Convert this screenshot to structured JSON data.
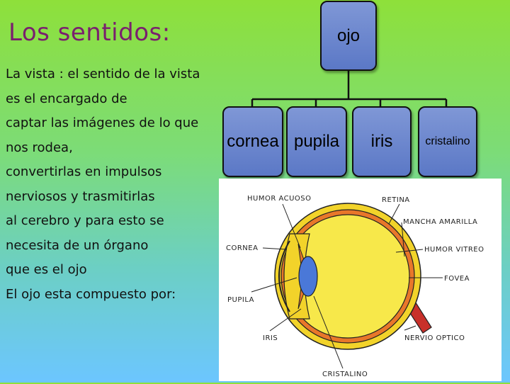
{
  "slide": {
    "title": "Los sentidos:",
    "text_lines": [
      "La vista : el sentido de la vista",
      "es el encargado de",
      "captar las imágenes de lo que",
      "nos rodea,",
      "convertirlas en impulsos",
      "nerviosos y trasmitirlas",
      "al cerebro y para esto se",
      "necesita de un órgano",
      "que es el ojo",
      "El ojo esta compuesto por:"
    ]
  },
  "org_chart": {
    "root": "ojo",
    "children": [
      "cornea",
      "pupila",
      "iris",
      "cristalino"
    ]
  },
  "eye_diagram": {
    "labels": {
      "humor_acuoso": "HUMOR ACUOSO",
      "retina": "RETINA",
      "mancha_amarilla": "MANCHA AMARILLA",
      "cornea": "CORNEA",
      "humor_vitreo": "HUMOR VITREO",
      "pupila": "PUPILA",
      "fovea": "FOVEA",
      "iris": "IRIS",
      "nervio_optico": "NERVIO OPTICO",
      "cristalino": "CRISTALINO"
    },
    "colors": {
      "vitreous": "#f7e84a",
      "sclera": "#f2d32a",
      "choroid": "#e8772a",
      "lens": "#4a78d8",
      "nerve": "#c8302a"
    }
  }
}
